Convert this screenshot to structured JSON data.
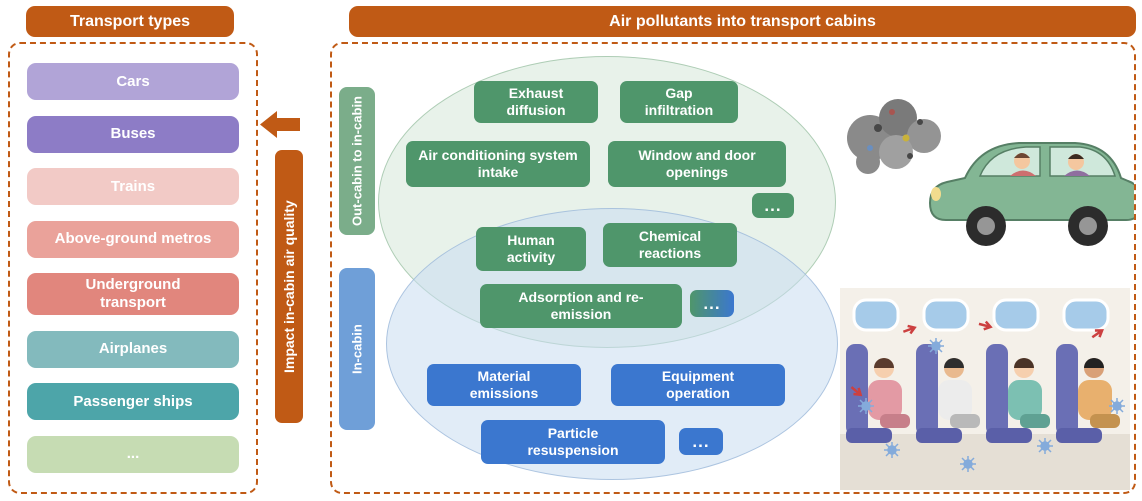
{
  "left_panel": {
    "header": "Transport types",
    "items": [
      {
        "label": "Cars",
        "color": "#b1a4d7"
      },
      {
        "label": "Buses",
        "color": "#8d7cc6"
      },
      {
        "label": "Trains",
        "color": "#f2cac6"
      },
      {
        "label": "Above-ground metros",
        "color": "#eaa29a"
      },
      {
        "label": "Underground transport",
        "color": "#e1867d"
      },
      {
        "label": "Airplanes",
        "color": "#83babd"
      },
      {
        "label": "Passenger ships",
        "color": "#4da5a9"
      },
      {
        "label": "...",
        "color": "#c6dcb3"
      }
    ]
  },
  "middle": {
    "impact_label": "Impact in-cabin air quality",
    "arrow_icon": "left-arrow"
  },
  "right_panel": {
    "header": "Air pollutants into transport cabins",
    "zones": {
      "out_cabin": "Out-cabin to in-cabin",
      "in_cabin": "In-cabin"
    },
    "out_cabin_boxes": {
      "exhaust_diffusion": "Exhaust diffusion",
      "gap_infiltration": "Gap infiltration",
      "ac_intake": "Air conditioning system intake",
      "window_door": "Window and door openings",
      "more": "..."
    },
    "overlap_boxes": {
      "human_activity": "Human activity",
      "chemical_reactions": "Chemical reactions",
      "adsorption": "Adsorption and re-emission",
      "more": "..."
    },
    "in_cabin_boxes": {
      "material_emissions": "Material emissions",
      "equipment_operation": "Equipment operation",
      "particle_resuspension": "Particle resuspension",
      "more": "..."
    },
    "illustrations": {
      "car": "car-with-exhaust-smoke",
      "cabin": "cabin-with-passengers"
    }
  },
  "colors": {
    "orange": "#c05a15",
    "green_box": "#4f966b",
    "blue_box": "#3b77cf",
    "green_zone_label": "#7bad8a",
    "blue_zone_label": "#6f9fd8",
    "green_ellipse_fill": "#d5e7d9",
    "blue_ellipse_fill": "#c9ddf0"
  }
}
